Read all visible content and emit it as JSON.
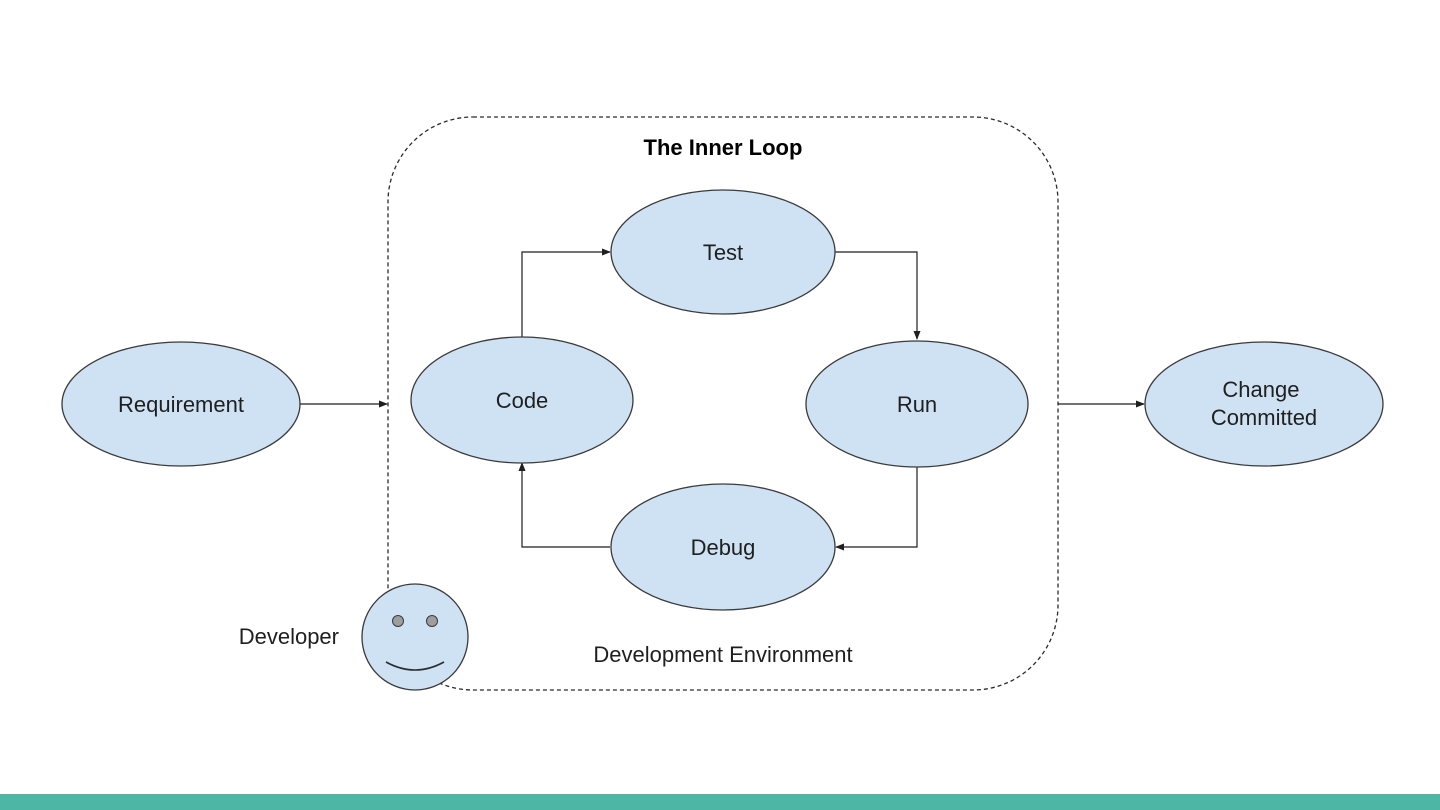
{
  "colors": {
    "node_fill": "#cfe2f3",
    "accent_bar": "#4db6a5"
  },
  "boundary": {
    "title": "The Inner Loop",
    "caption": "Development Environment"
  },
  "nodes": {
    "requirement": "Requirement",
    "code": "Code",
    "test": "Test",
    "run": "Run",
    "debug": "Debug",
    "change_line1": "Change",
    "change_line2": "Committed"
  },
  "actor": {
    "label": "Developer",
    "icon": "smiley-face-icon"
  }
}
